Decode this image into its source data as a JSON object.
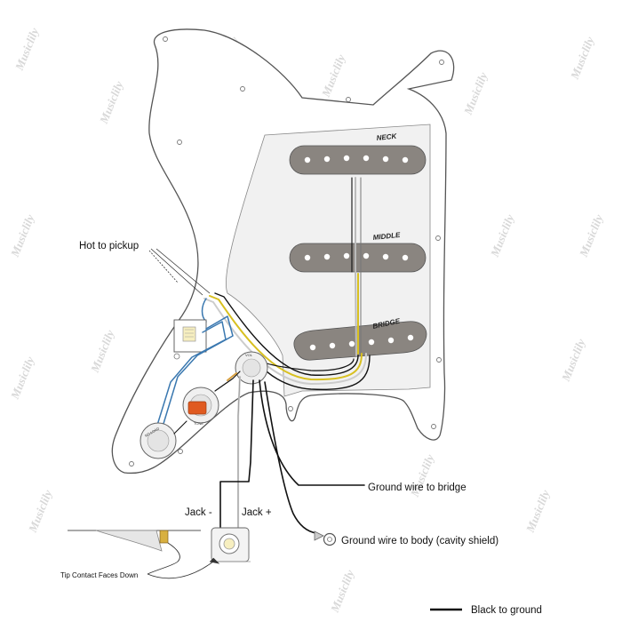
{
  "pickups": [
    {
      "name": "NECK"
    },
    {
      "name": "MIDDLE"
    },
    {
      "name": "BRIDGE"
    }
  ],
  "labels": {
    "hot_to_pickup": "Hot to pickup",
    "ground_to_bridge": "Ground wire to bridge",
    "ground_to_body": "Ground wire to body (cavity shield)",
    "jack_minus": "Jack -",
    "jack_plus": "Jack +",
    "tip_contact": "Tip Contact Faces Down",
    "legend_black": "Black to ground"
  },
  "pot_labels": {
    "no_load": "NO LOAD",
    "tone": "TONE",
    "volume": "VOL"
  },
  "watermark": {
    "text": "Musiclily"
  },
  "colors": {
    "pickguard_fill": "#ffffff",
    "pickguard_stroke": "#555555",
    "plate_fill": "#f1f1f1",
    "pickup_fill": "#8a8580",
    "wire_black": "#111111",
    "wire_white": "#cccccc",
    "wire_yellow": "#d8c020",
    "wire_blue": "#3a78b0",
    "capacitor": "#e05a20"
  }
}
